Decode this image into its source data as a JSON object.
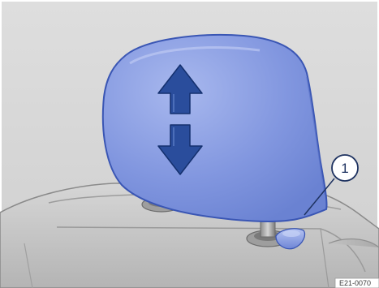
{
  "figure": {
    "callout": {
      "number": "1",
      "icon": "numbered-callout-circle"
    },
    "reference_code": "E21-0070",
    "icons": {
      "adjust_arrow": "up-down-double-arrow",
      "release_button": "release-button"
    },
    "colors": {
      "background": "#d8d8d8",
      "headrest_fill": "#7b92dc",
      "headrest_stroke": "#3a56b4",
      "arrow_fill": "#2a4d9c",
      "callout_stroke": "#1e3260",
      "seat_fill": "#c6c6c6",
      "seat_edge": "#8a8a8a"
    }
  }
}
